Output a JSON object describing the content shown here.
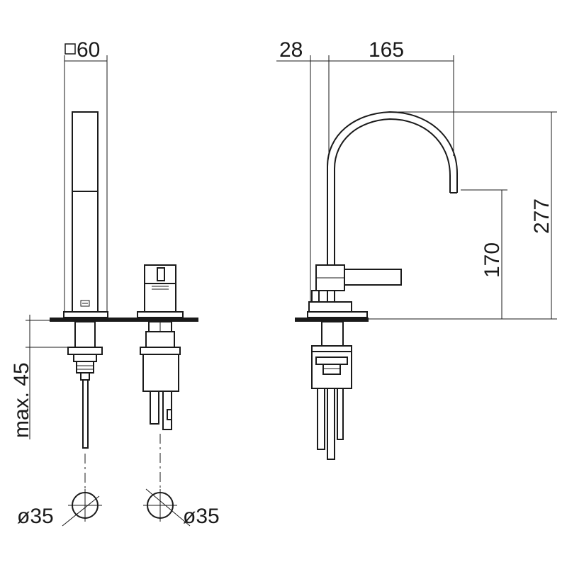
{
  "dimensions": {
    "body_width": "60",
    "lever_side_offset": "28",
    "spout_reach": "165",
    "total_height": "277",
    "spout_height": "170",
    "counter_thickness": "max. 45",
    "hole_left": "ø35",
    "hole_right": "ø35"
  },
  "colors": {
    "line": "#1a1a1a",
    "background": "#ffffff"
  }
}
